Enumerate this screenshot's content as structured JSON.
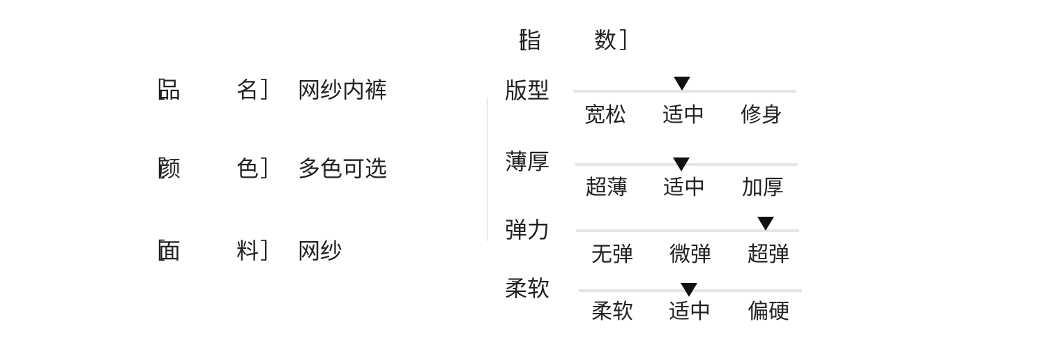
{
  "info": [
    {
      "open": "［",
      "key_a": "品",
      "key_b": "名",
      "close": "］",
      "value": "网纱内裤"
    },
    {
      "open": "［",
      "key_a": "颜",
      "key_b": "色",
      "close": "］",
      "value": "多色可选"
    },
    {
      "open": "［",
      "key_a": "面",
      "key_b": "料",
      "close": "］",
      "value": "网纱"
    }
  ],
  "index_title": {
    "open": "［",
    "key_a": "指",
    "key_b": "数",
    "close": "］"
  },
  "metrics": [
    {
      "label": "版型",
      "options": [
        "宽松",
        "适中",
        "修身"
      ],
      "selected": "适中"
    },
    {
      "label": "薄厚",
      "options": [
        "超薄",
        "适中",
        "加厚"
      ],
      "selected": "适中"
    },
    {
      "label": "弹力",
      "options": [
        "无弹",
        "微弹",
        "超弹"
      ],
      "selected": "超弹"
    },
    {
      "label": "柔软",
      "options": [
        "柔软",
        "适中",
        "偏硬"
      ],
      "selected": "适中"
    }
  ]
}
